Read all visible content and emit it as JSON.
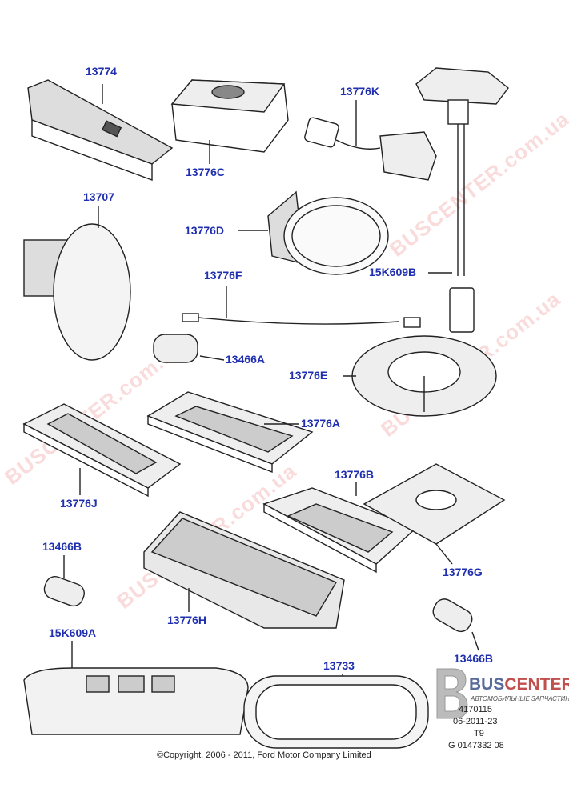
{
  "labels": {
    "p13774": "13774",
    "p13776C": "13776C",
    "p13776K": "13776K",
    "p13707": "13707",
    "p13776D": "13776D",
    "p13776F": "13776F",
    "p15K609B": "15K609B",
    "p13466A": "13466A",
    "p13776E": "13776E",
    "p13776A": "13776A",
    "p13776J": "13776J",
    "p13776B": "13776B",
    "p13466B_left": "13466B",
    "p13776G": "13776G",
    "p13776H": "13776H",
    "p15K609A": "15K609A",
    "p13733": "13733",
    "p13466B_right": "13466B"
  },
  "copyright": "©Copyright, 2006 - 2011, Ford Motor Company Limited",
  "watermark": "BUSCENTER.com.ua",
  "logo": {
    "letter": "B",
    "name_a": "BUS",
    "name_b": "CENTER",
    "subtitle": "АВТОМОБИЛЬНЫЕ ЗАПЧАСТИНИ"
  },
  "codes": [
    "4170115",
    "06-2011-23",
    "T9",
    "G 0147332 08"
  ],
  "colors": {
    "label": "#1f2fb0",
    "watermark": "#e65a5a"
  }
}
